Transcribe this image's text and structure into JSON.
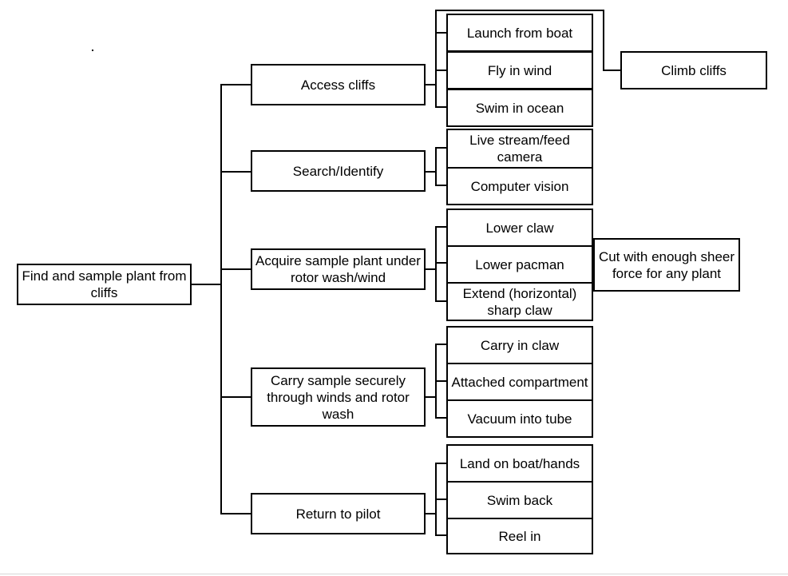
{
  "diagram": {
    "root": "Find and sample plant from cliffs",
    "functions": {
      "access": {
        "label": "Access cliffs",
        "options": {
          "launch": "Launch from boat",
          "fly": "Fly in wind",
          "swim": "Swim in ocean",
          "climb": "Climb cliffs"
        }
      },
      "search": {
        "label": "Search/Identify",
        "options": {
          "stream": "Live stream/feed camera",
          "vision": "Computer vision"
        }
      },
      "acquire": {
        "label": "Acquire sample plant under rotor wash/wind",
        "options": {
          "lower_claw": "Lower claw",
          "pacman": "Lower pacman",
          "extend": "Extend (horizontal) sharp claw",
          "cut": "Cut with enough sheer force for any plant"
        }
      },
      "carry": {
        "label": "Carry sample securely through winds and rotor wash",
        "options": {
          "claw": "Carry in claw",
          "compartment": "Attached compartment",
          "vacuum": "Vacuum into tube"
        }
      },
      "return": {
        "label": "Return to pilot",
        "options": {
          "land": "Land on boat/hands",
          "swim_back": "Swim back",
          "reel": "Reel in"
        }
      }
    }
  }
}
